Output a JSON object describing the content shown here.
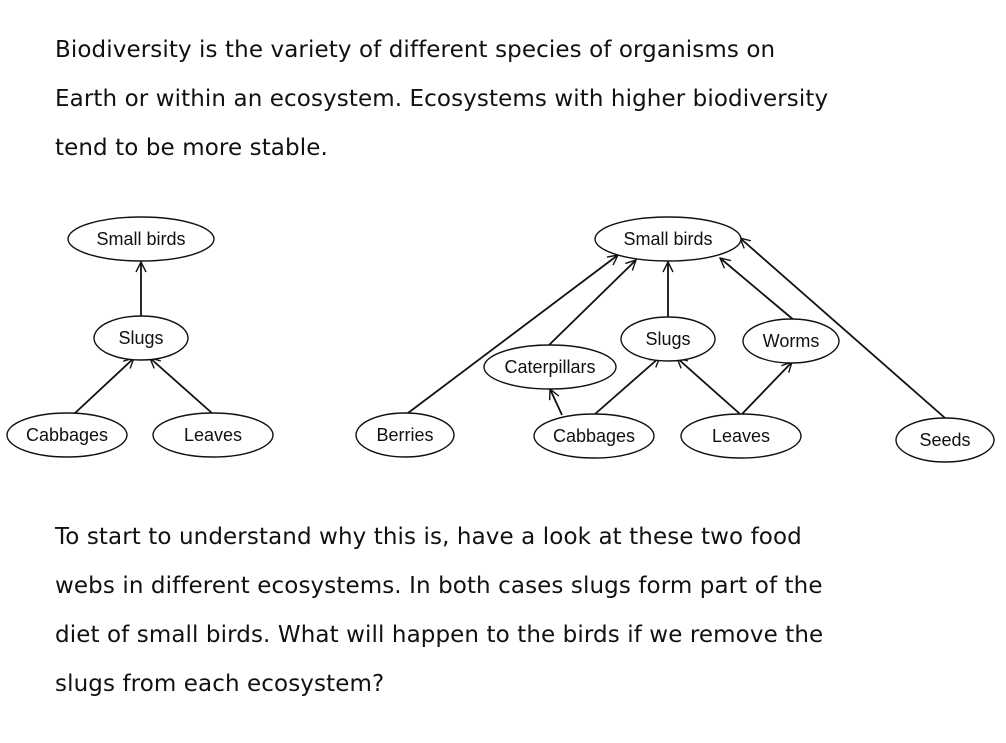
{
  "intro": {
    "lines": [
      "Biodiversity is the variety of different species of organisms on",
      "Earth or within an ecosystem. Ecosystems with higher biodiversity",
      "tend to be more stable."
    ]
  },
  "question": {
    "lines": [
      "To start to understand why this is, have a look at these two food",
      "webs in different ecosystems. In both cases slugs form part of the",
      "diet of small birds. What will happen to the birds if we remove the",
      "slugs from each ecosystem?"
    ]
  },
  "webs": [
    {
      "nodes": [
        {
          "id": "small-birds",
          "label": "Small birds"
        },
        {
          "id": "slugs",
          "label": "Slugs"
        },
        {
          "id": "cabbages",
          "label": "Cabbages"
        },
        {
          "id": "leaves",
          "label": "Leaves"
        }
      ],
      "edges": [
        {
          "from": "slugs",
          "to": "small-birds"
        },
        {
          "from": "cabbages",
          "to": "slugs"
        },
        {
          "from": "leaves",
          "to": "slugs"
        }
      ]
    },
    {
      "nodes": [
        {
          "id": "small-birds",
          "label": "Small birds"
        },
        {
          "id": "caterpillars",
          "label": "Caterpillars"
        },
        {
          "id": "slugs",
          "label": "Slugs"
        },
        {
          "id": "worms",
          "label": "Worms"
        },
        {
          "id": "berries",
          "label": "Berries"
        },
        {
          "id": "cabbages",
          "label": "Cabbages"
        },
        {
          "id": "leaves",
          "label": "Leaves"
        },
        {
          "id": "seeds",
          "label": "Seeds"
        }
      ],
      "edges": [
        {
          "from": "berries",
          "to": "small-birds"
        },
        {
          "from": "caterpillars",
          "to": "small-birds"
        },
        {
          "from": "slugs",
          "to": "small-birds"
        },
        {
          "from": "worms",
          "to": "small-birds"
        },
        {
          "from": "seeds",
          "to": "small-birds"
        },
        {
          "from": "cabbages",
          "to": "caterpillars"
        },
        {
          "from": "cabbages",
          "to": "slugs"
        },
        {
          "from": "leaves",
          "to": "slugs"
        },
        {
          "from": "leaves",
          "to": "worms"
        }
      ]
    }
  ]
}
